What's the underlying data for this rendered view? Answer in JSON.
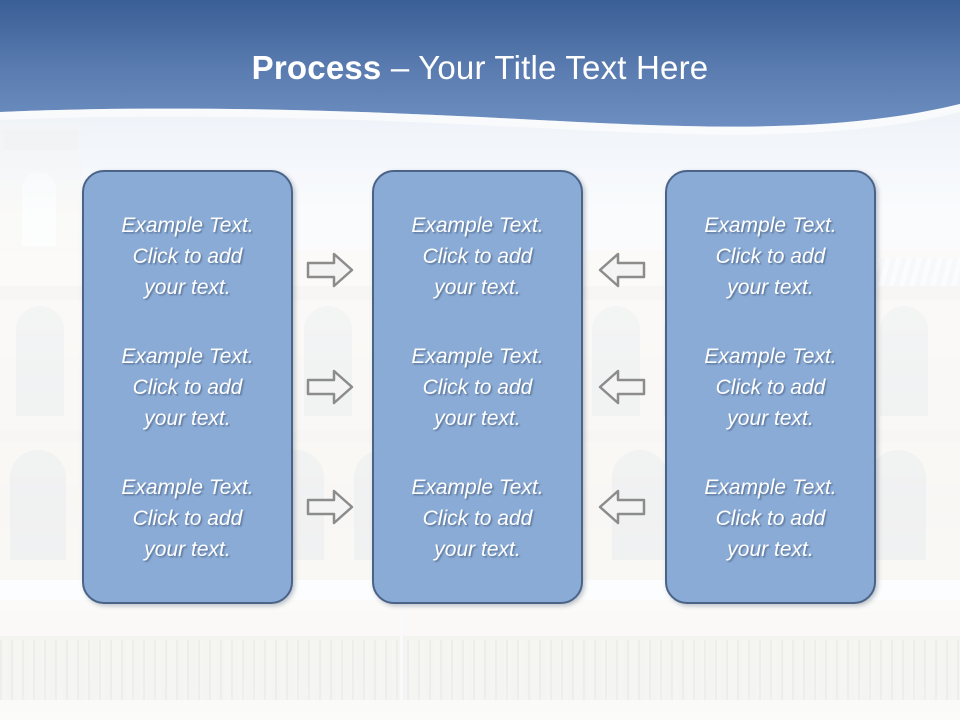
{
  "slide": {
    "title": {
      "bold_part": "Process",
      "separator": " – ",
      "rest": "Your Title Text Here",
      "full": "Process – Your Title Text Here"
    },
    "colors": {
      "header_top": "#3a5f96",
      "header_bottom": "#6b8cbe",
      "box_fill": "#8aabd6",
      "box_border": "#4a6387",
      "text_color": "#ffffff",
      "arrow_fill": "#f2f2f2",
      "arrow_border": "#8f8f8f",
      "background": "#e9eef5"
    },
    "background": {
      "description": "faded washed-out photograph of a historic stone building with arched windows, balustrades, hedges and iron fence"
    }
  },
  "process": {
    "columns": [
      {
        "id": "column-1",
        "items": [
          {
            "line1": "Example Text.",
            "line2": "Click  to add",
            "line3": "your text."
          },
          {
            "line1": "Example Text.",
            "line2": "Click  to add",
            "line3": "your text."
          },
          {
            "line1": "Example Text.",
            "line2": "Click  to add",
            "line3": "your text."
          }
        ]
      },
      {
        "id": "column-2",
        "items": [
          {
            "line1": "Example Text.",
            "line2": "Click  to add",
            "line3": "your text."
          },
          {
            "line1": "Example Text.",
            "line2": "Click  to add",
            "line3": "your text."
          },
          {
            "line1": "Example Text.",
            "line2": "Click  to add",
            "line3": "your text."
          }
        ]
      },
      {
        "id": "column-3",
        "items": [
          {
            "line1": "Example Text.",
            "line2": "Click  to add",
            "line3": "your text."
          },
          {
            "line1": "Example Text.",
            "line2": "Click  to add",
            "line3": "your text."
          },
          {
            "line1": "Example Text.",
            "line2": "Click  to add",
            "line3": "your text."
          }
        ]
      }
    ],
    "connectors": [
      {
        "id": "arrow-1",
        "direction": "right",
        "row": 1,
        "from": "column-1",
        "to": "column-2"
      },
      {
        "id": "arrow-2",
        "direction": "right",
        "row": 2,
        "from": "column-1",
        "to": "column-2"
      },
      {
        "id": "arrow-3",
        "direction": "right",
        "row": 3,
        "from": "column-1",
        "to": "column-2"
      },
      {
        "id": "arrow-4",
        "direction": "left",
        "row": 1,
        "from": "column-3",
        "to": "column-2"
      },
      {
        "id": "arrow-5",
        "direction": "left",
        "row": 2,
        "from": "column-3",
        "to": "column-2"
      },
      {
        "id": "arrow-6",
        "direction": "left",
        "row": 3,
        "from": "column-3",
        "to": "column-2"
      }
    ]
  }
}
